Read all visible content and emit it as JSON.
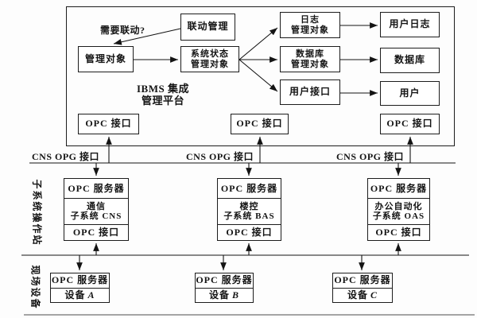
{
  "platform": {
    "title_line1": "IBMS 集成",
    "title_line2": "管理平台",
    "question": "需要联动?",
    "linkage": "联动管理",
    "managed": "管理对象",
    "sys_status_line1": "系统状态",
    "sys_status_line2": "管理对象",
    "log_line1": "日志",
    "log_line2": "管理对象",
    "db_mgr_line1": "数据库",
    "db_mgr_line2": "管理对象",
    "user_if": "用户接口",
    "user_log": "用户日志",
    "database": "数据库",
    "user": "用户",
    "opc_boxes": [
      "OPC 接口",
      "OPC 接口",
      "OPC 接口"
    ]
  },
  "bus": {
    "labels": [
      "CNS OPG 接口",
      "CNS OPG 接口",
      "CNS OPG 接口"
    ]
  },
  "layers": {
    "subsystem": "子系统操作站",
    "field": "现场设备"
  },
  "subsystems": [
    {
      "server": "OPC 服务器",
      "line1": "通信",
      "line2": "子系统 CNS",
      "iface": "OPC 接口"
    },
    {
      "server": "OPC 服务器",
      "line1": "楼控",
      "line2": "子系统 BAS",
      "iface": "OPC 接口"
    },
    {
      "server": "OPC 服务器",
      "line1": "办公自动化",
      "line2": "子系统 OAS",
      "iface": "OPC 接口"
    }
  ],
  "devices": [
    {
      "server": "OPC 服务器",
      "label": "设备",
      "letter": "A"
    },
    {
      "server": "OPC 服务器",
      "label": "设备",
      "letter": "B"
    },
    {
      "server": "OPC 服务器",
      "label": "设备",
      "letter": "C"
    }
  ]
}
